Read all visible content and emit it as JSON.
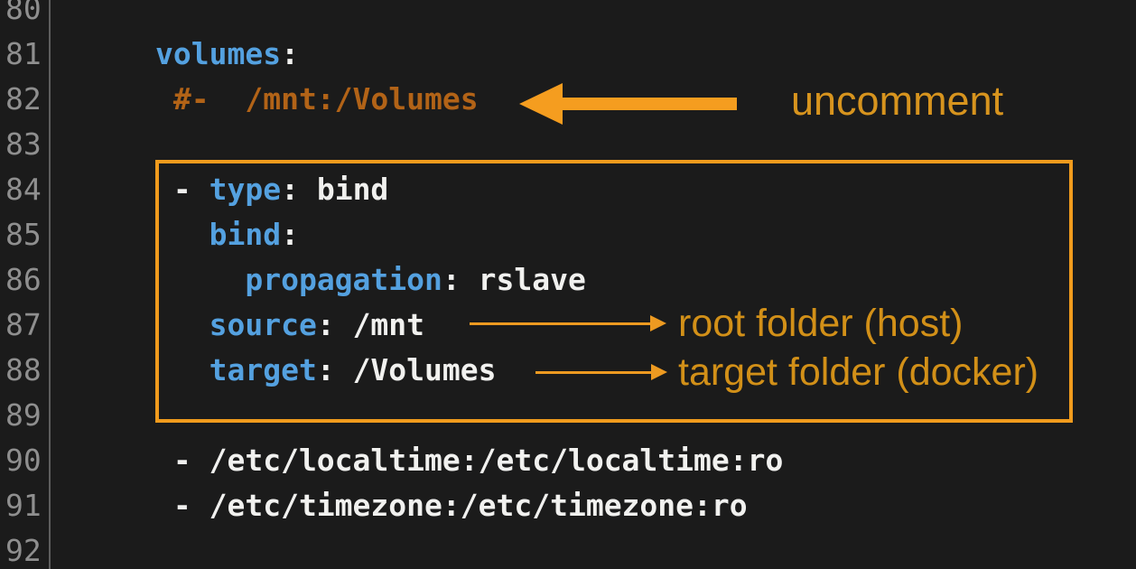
{
  "editor": {
    "background_color": "#1b1b1b",
    "colors": {
      "yaml_key": "#54a1e0",
      "plain_text": "#f1f1ef",
      "comment": "#b26317",
      "line_number": "#8f8f8f",
      "gutter_divider": "#5d5d5d",
      "annotation_shape": "#f59d1f",
      "annotation_text": "#d7941e"
    },
    "first_line_number": 80,
    "last_line_number": 92,
    "lines": [
      {
        "number": "80",
        "segments": []
      },
      {
        "number": "81",
        "segments": [
          {
            "type": "key",
            "text": "volumes"
          },
          {
            "type": "text",
            "text": ":"
          }
        ]
      },
      {
        "number": "82",
        "segments": [
          {
            "type": "comment",
            "text": " #-  /mnt:/Volumes"
          }
        ]
      },
      {
        "number": "83",
        "segments": []
      },
      {
        "number": "84",
        "segments": [
          {
            "type": "text",
            "text": " - "
          },
          {
            "type": "key",
            "text": "type"
          },
          {
            "type": "text",
            "text": ": bind"
          }
        ]
      },
      {
        "number": "85",
        "segments": [
          {
            "type": "text",
            "text": "   "
          },
          {
            "type": "key",
            "text": "bind"
          },
          {
            "type": "text",
            "text": ":"
          }
        ]
      },
      {
        "number": "86",
        "segments": [
          {
            "type": "text",
            "text": "     "
          },
          {
            "type": "key",
            "text": "propagation"
          },
          {
            "type": "text",
            "text": ": rslave"
          }
        ]
      },
      {
        "number": "87",
        "segments": [
          {
            "type": "text",
            "text": "   "
          },
          {
            "type": "key",
            "text": "source"
          },
          {
            "type": "text",
            "text": ": /mnt"
          }
        ]
      },
      {
        "number": "88",
        "segments": [
          {
            "type": "text",
            "text": "   "
          },
          {
            "type": "key",
            "text": "target"
          },
          {
            "type": "text",
            "text": ": /Volumes"
          }
        ]
      },
      {
        "number": "89",
        "segments": []
      },
      {
        "number": "90",
        "segments": [
          {
            "type": "text",
            "text": " - /etc/localtime:/etc/localtime:ro"
          }
        ]
      },
      {
        "number": "91",
        "segments": [
          {
            "type": "text",
            "text": " - /etc/timezone:/etc/timezone:ro"
          }
        ]
      },
      {
        "number": "92",
        "segments": []
      }
    ]
  },
  "annotations": {
    "uncomment_label": "uncomment",
    "root_label": "root folder (host)",
    "target_label": "target folder (docker)"
  }
}
